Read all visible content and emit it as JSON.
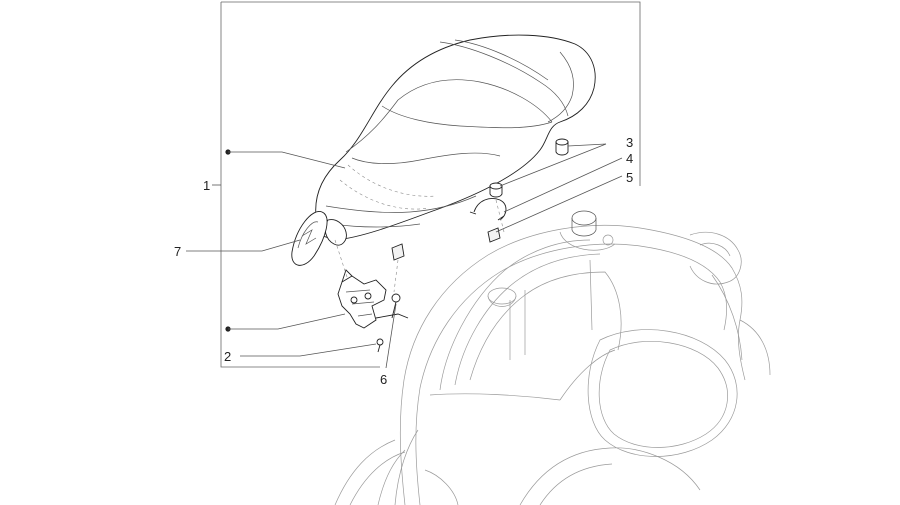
{
  "callouts": {
    "c1": "1",
    "c2": "2",
    "c3": "3",
    "c4": "4",
    "c5": "5",
    "c6": "6",
    "c7": "7"
  },
  "colors": {
    "outline": "#222222",
    "body_outline": "#9a9a9a",
    "leader": "#555555",
    "background": "#ffffff"
  },
  "icons": {
    "seat": "seat-icon",
    "scooter_body": "scooter-body-icon",
    "hinge": "hinge-bracket-icon"
  }
}
